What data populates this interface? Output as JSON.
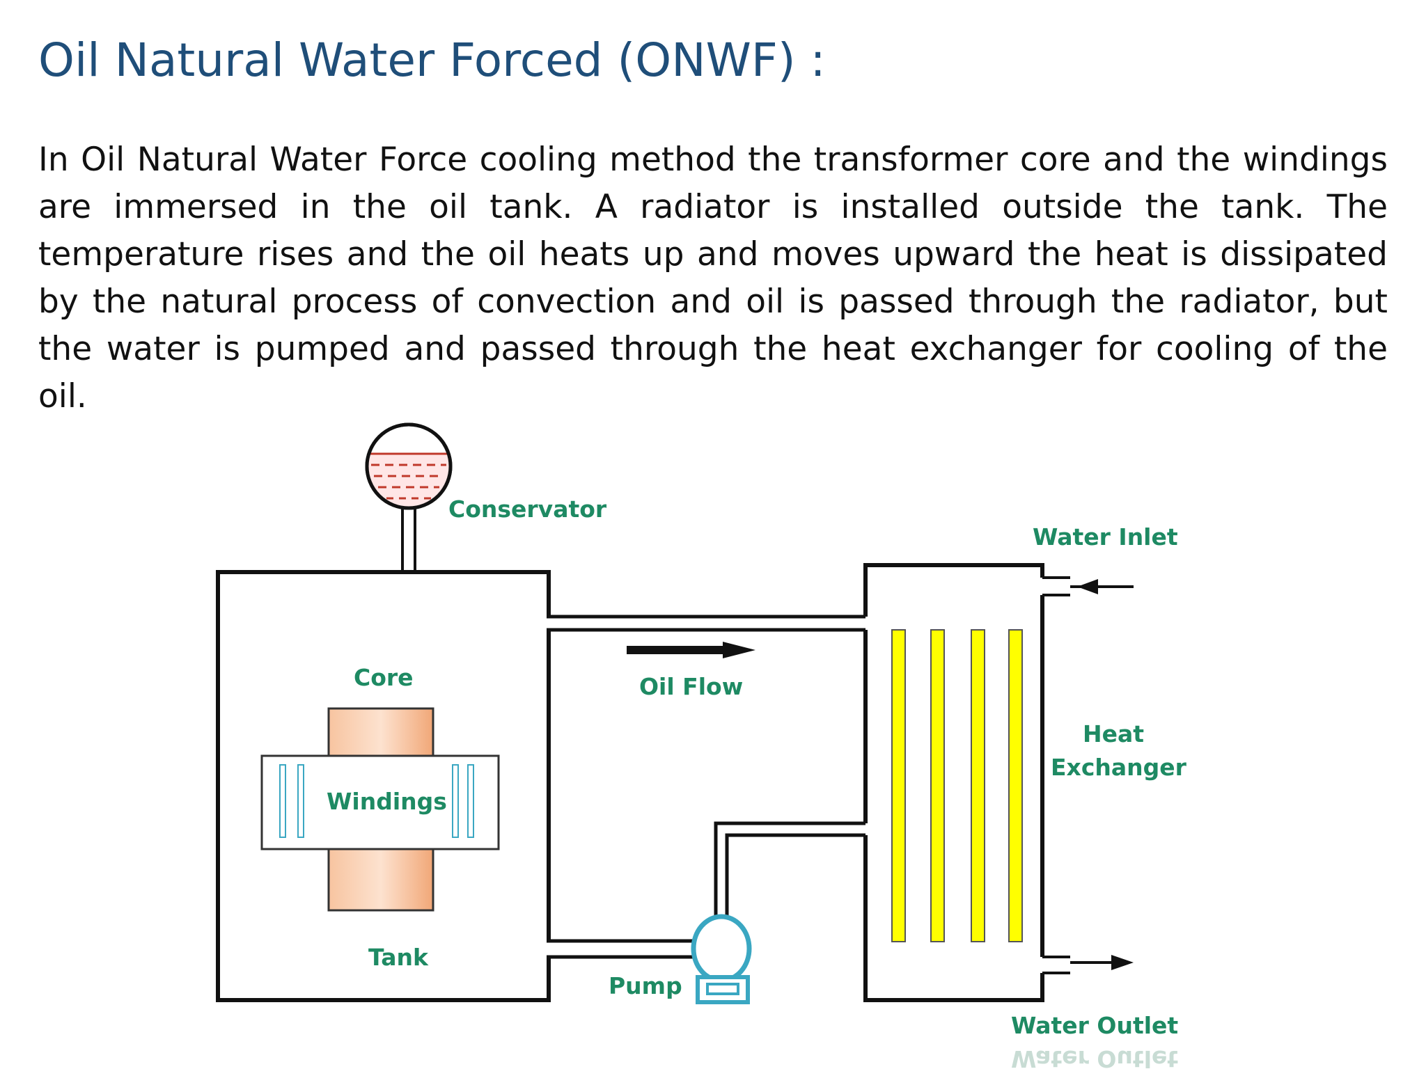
{
  "slide": {
    "title": "Oil Natural Water Forced (ONWF) :",
    "paragraph": "In Oil Natural Water Force cooling method the transformer core and the windings are immersed in the oil tank. A radiator is installed outside the tank. The temperature rises and the oil heats up and moves upward the heat is dissipated by the natural process of convection and oil is passed through the radiator, but the water is pumped and passed through the heat exchanger for cooling of the oil."
  },
  "diagram": {
    "labels": {
      "conservator": "Conservator",
      "water_inlet": "Water Inlet",
      "core": "Core",
      "oil_flow": "Oil Flow",
      "heat_line1": "Heat",
      "heat_line2": "Exchanger",
      "windings": "Windings",
      "tank": "Tank",
      "pump": "Pump",
      "water_outlet": "Water Outlet"
    },
    "colors": {
      "label_green": "#1e8a63",
      "line_black": "#111111",
      "oil_red": "#c0392b",
      "core_orange": "#f4b48a",
      "tube_yellow": "#ffff00",
      "pump_teal": "#3aa7c2",
      "title_blue": "#1f4e79"
    }
  }
}
